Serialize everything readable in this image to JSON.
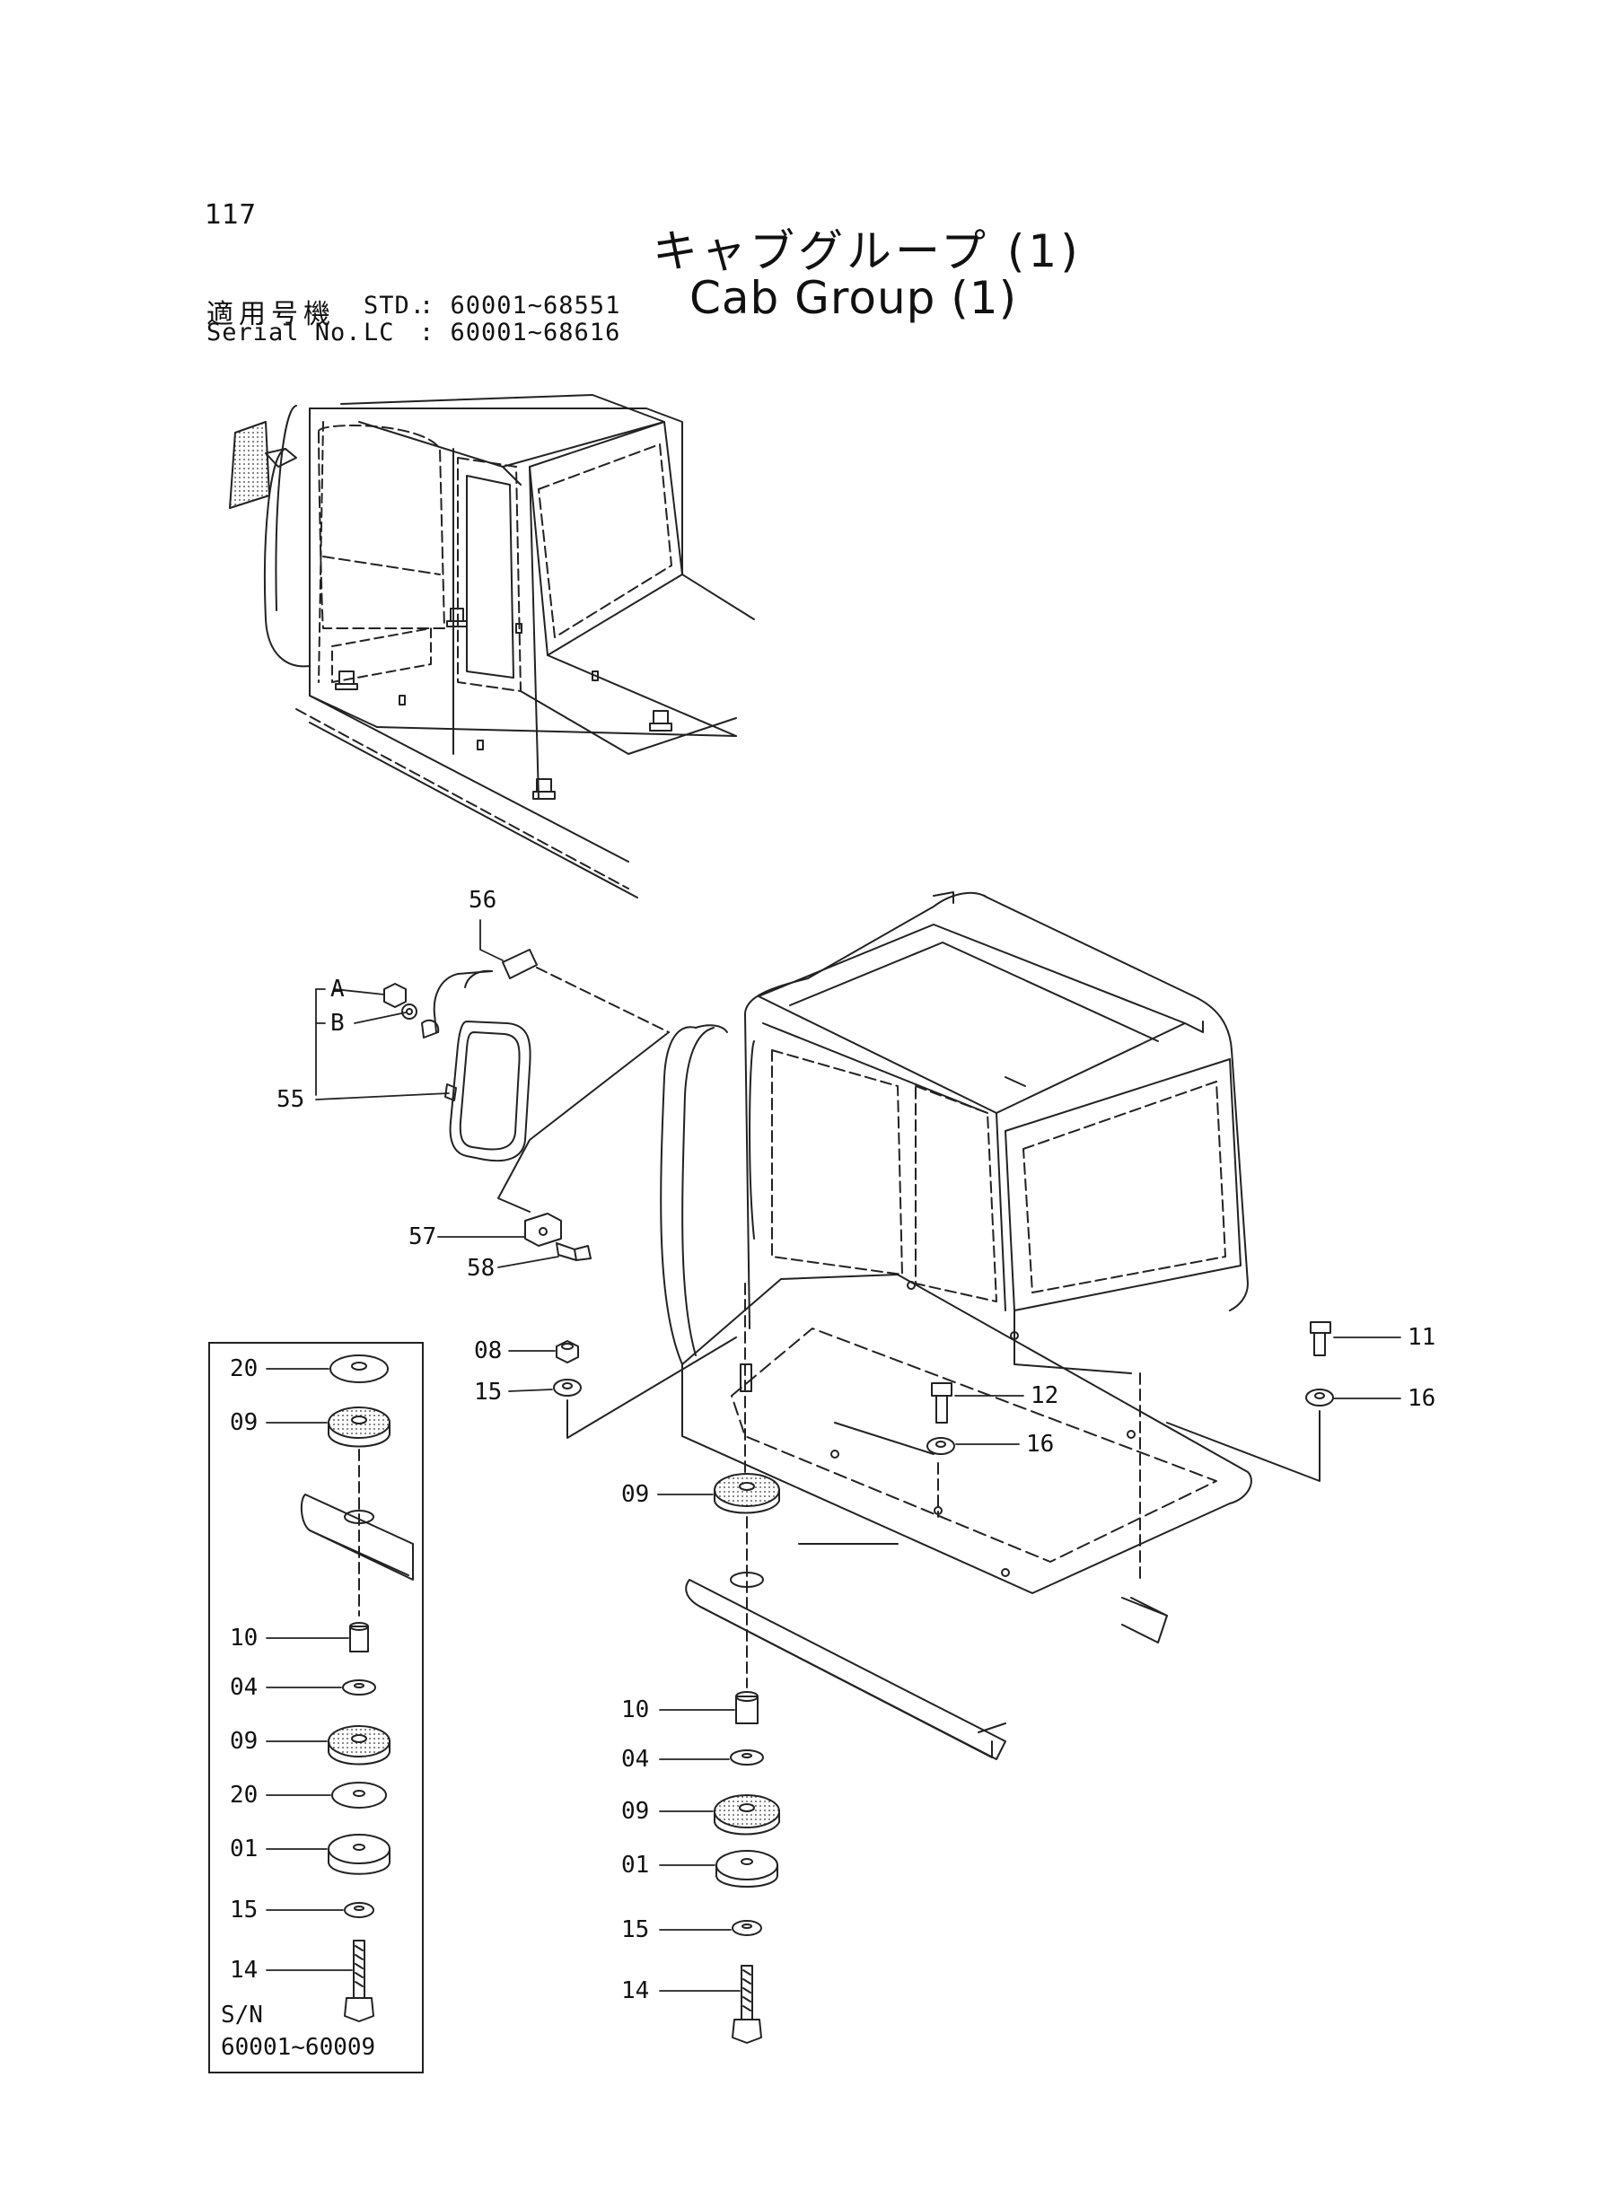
{
  "header": {
    "page_number": "117",
    "title_jp": "キャブグループ (1)",
    "title_en": "Cab Group (1)",
    "serial_jp": "適用号機",
    "serial_no_label": "Serial No.",
    "std_label": "STD.",
    "std_range": ": 60001~68551",
    "lc_label": "LC",
    "lc_range": ": 60001~68616"
  },
  "callouts": {
    "p56": "56",
    "pA": "A",
    "pB": "B",
    "p55": "55",
    "p57": "57",
    "p58": "58",
    "p08": "08",
    "p15a": "15",
    "p11": "11",
    "p12": "12",
    "p16a": "16",
    "p16b": "16",
    "p09a": "09",
    "p10": "10",
    "p04": "04",
    "p09b": "09",
    "p01": "01",
    "p15b": "15",
    "p14": "14"
  },
  "inset": {
    "p20a": "20",
    "p09a": "09",
    "p10": "10",
    "p04": "04",
    "p09b": "09",
    "p20b": "20",
    "p01": "01",
    "p15": "15",
    "p14": "14",
    "sn_label": "S/N",
    "sn_range": "60001~60009"
  }
}
